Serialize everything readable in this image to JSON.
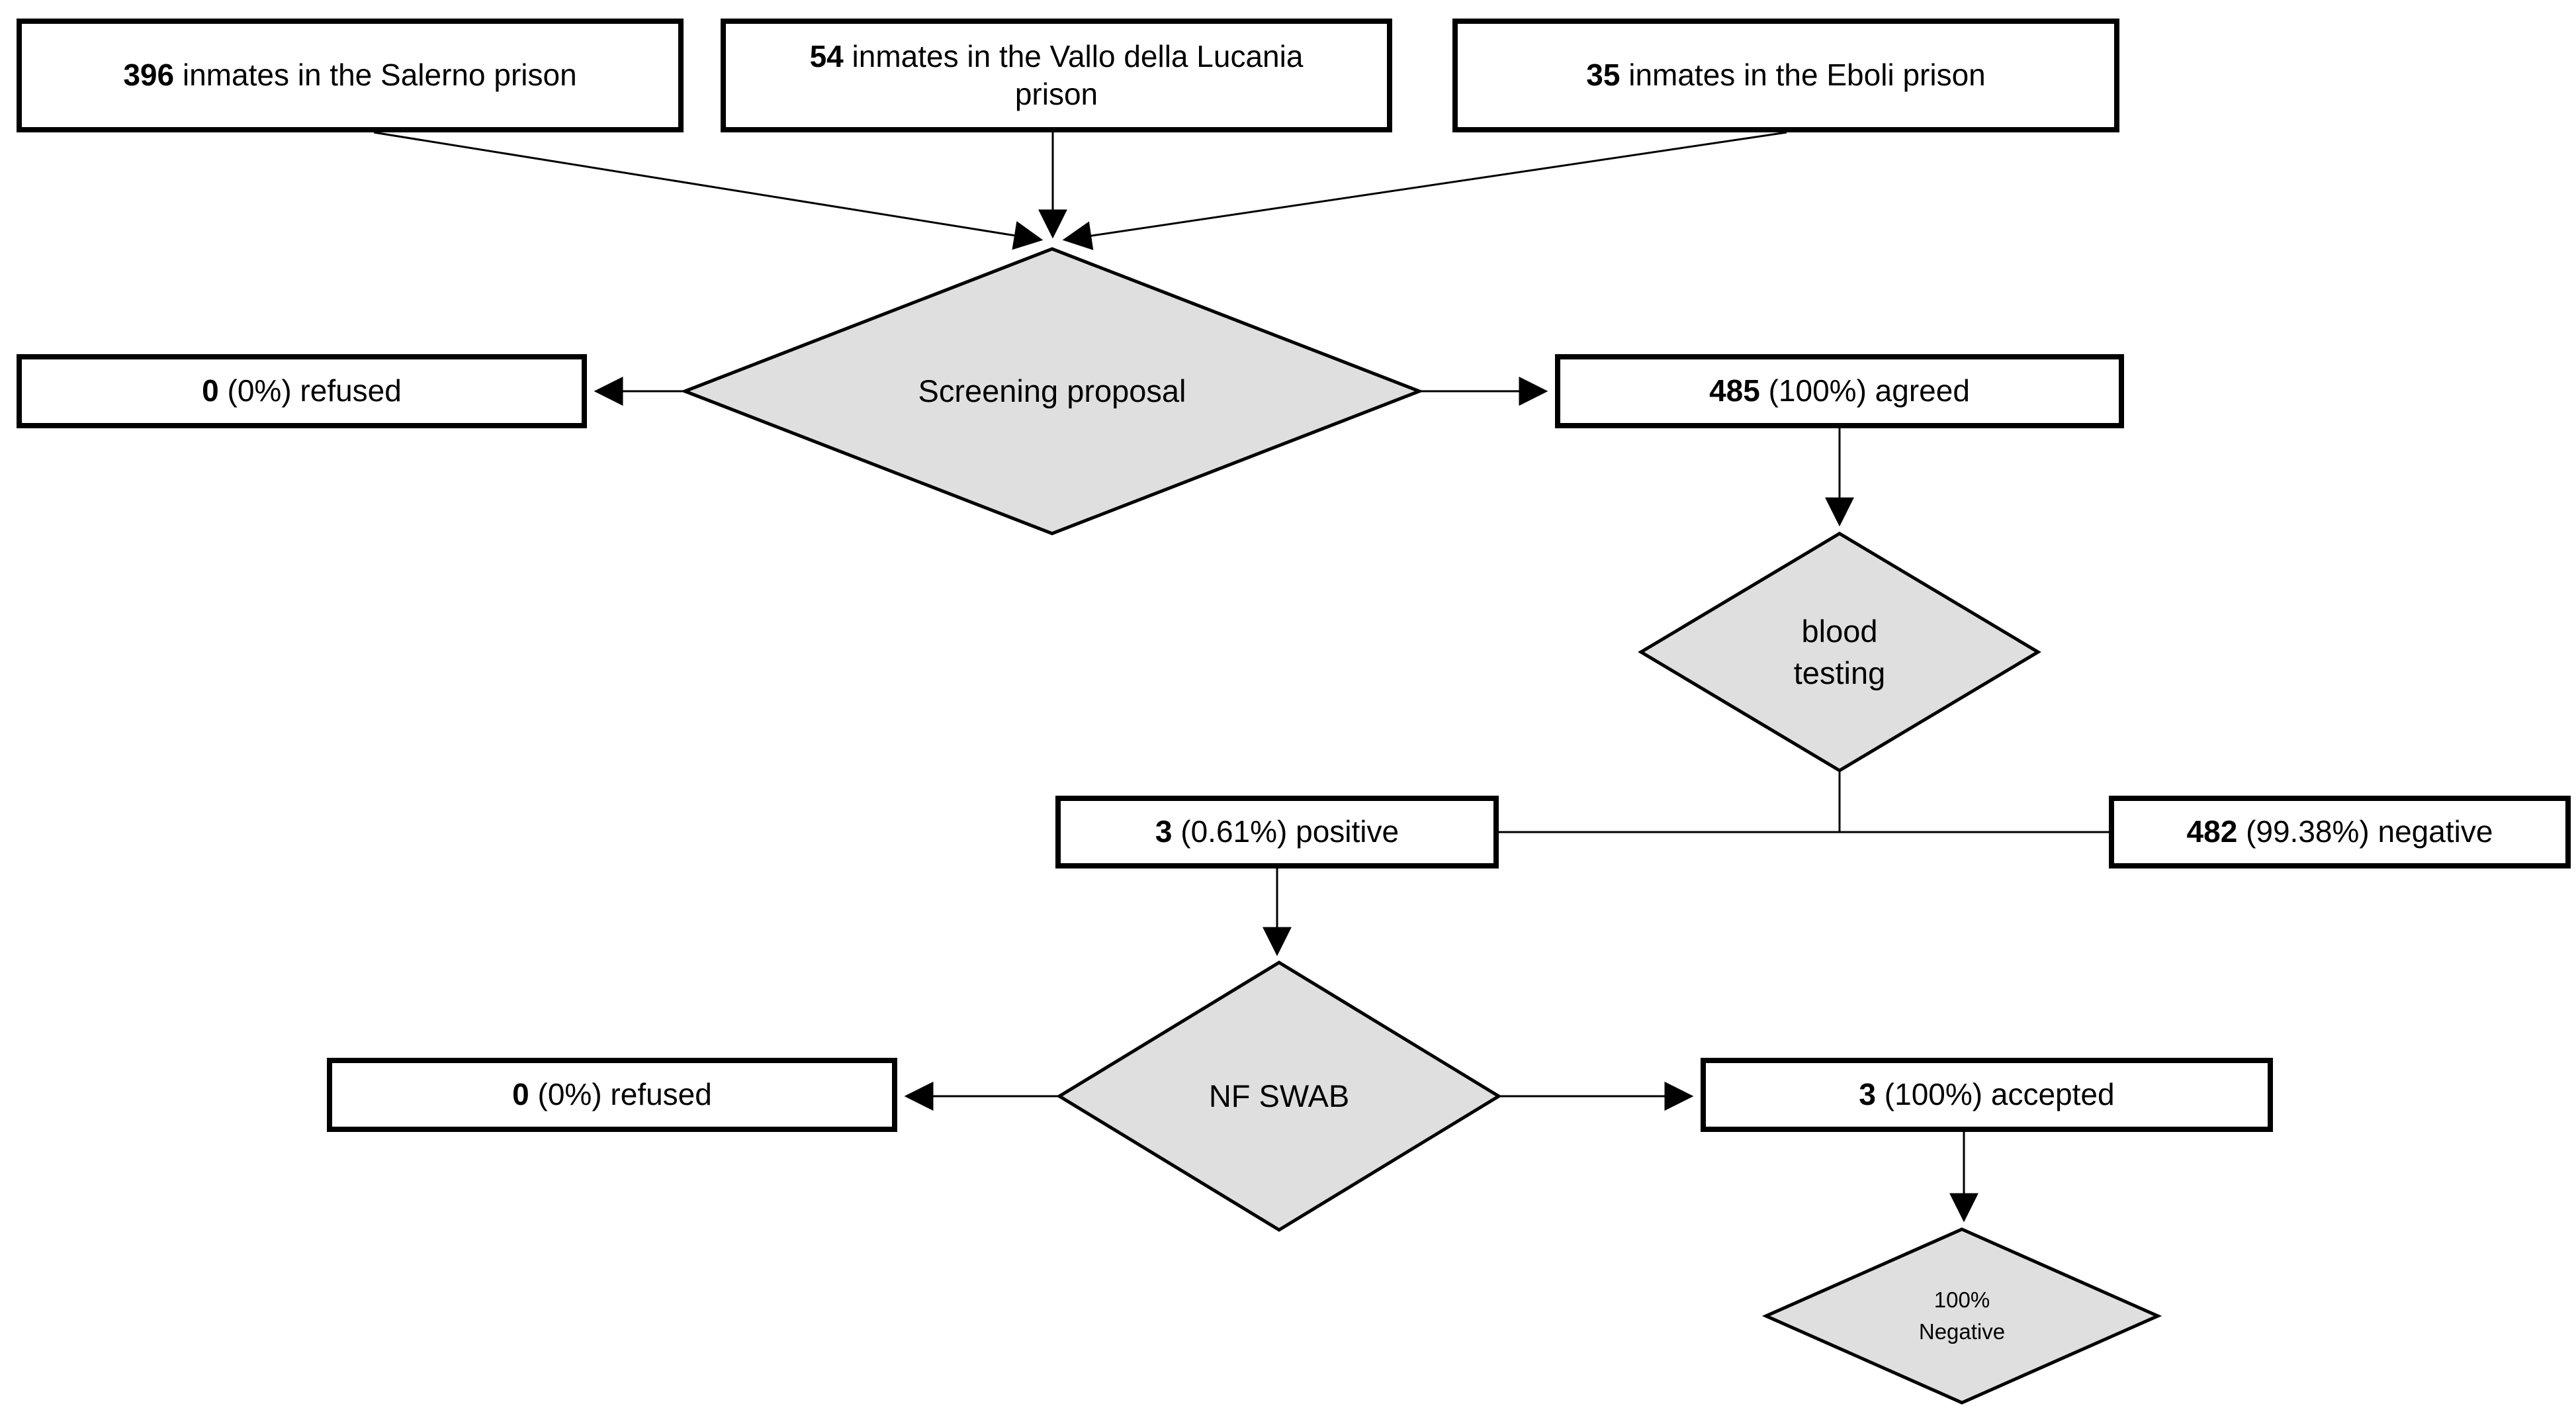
{
  "diagram": {
    "sources": [
      {
        "value": "396",
        "label": " inmates in the Salerno prison"
      },
      {
        "value": "54",
        "label": " inmates in the Vallo della Lucania\nprison"
      },
      {
        "value": "35",
        "label": " inmates in the Eboli prison"
      }
    ],
    "screening": {
      "label": "Screening proposal"
    },
    "refused1": {
      "value": "0",
      "label": " (0%) refused"
    },
    "agreed": {
      "value": "485",
      "label": " (100%) agreed"
    },
    "blood_testing": {
      "label": "blood\ntesting"
    },
    "positive": {
      "value": "3",
      "label": " (0.61%) positive"
    },
    "negative": {
      "value": "482",
      "label": " (99.38%) negative"
    },
    "nf_swab": {
      "label": "NF SWAB"
    },
    "refused2": {
      "value": "0",
      "label": " (0%) refused"
    },
    "accepted": {
      "value": "3",
      "label": " (100%) accepted"
    },
    "final_negative": {
      "label": "100%\nNegative"
    }
  },
  "colors": {
    "diamond_fill": "#dfdfdf",
    "line": "#000000",
    "box_fill": "#ffffff"
  }
}
